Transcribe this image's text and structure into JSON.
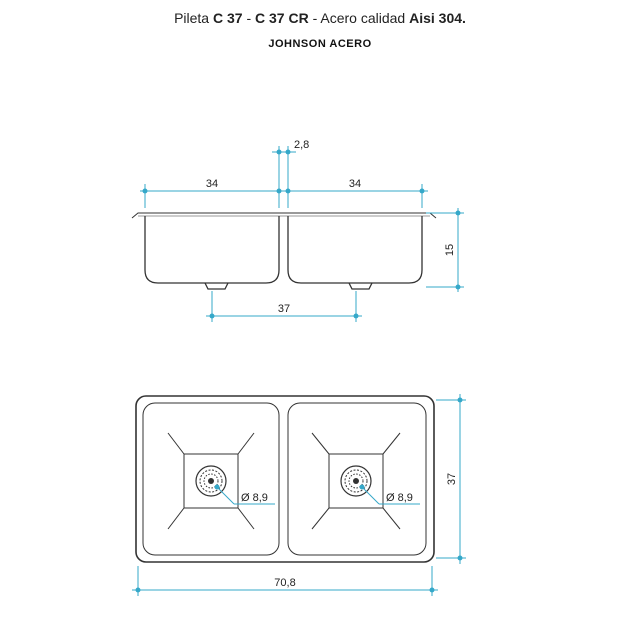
{
  "header": {
    "prefix": "Pileta ",
    "model_a": "C 37",
    "sep1": " - ",
    "model_b": "C 37 CR",
    "sep2": " - Acero calidad ",
    "material": "Aisi 304.",
    "brand": "JOHNSON ACERO"
  },
  "side_view": {
    "dim_gap": "2,8",
    "dim_left_width": "34",
    "dim_right_width": "34",
    "dim_height": "15",
    "dim_drain_spacing": "37"
  },
  "top_view": {
    "dim_drain_left": "Ø 8,9",
    "dim_drain_right": "Ø 8,9",
    "dim_depth": "37",
    "dim_total_width": "70,8"
  },
  "colors": {
    "dimension": "#35a8c9",
    "outline": "#333333"
  }
}
